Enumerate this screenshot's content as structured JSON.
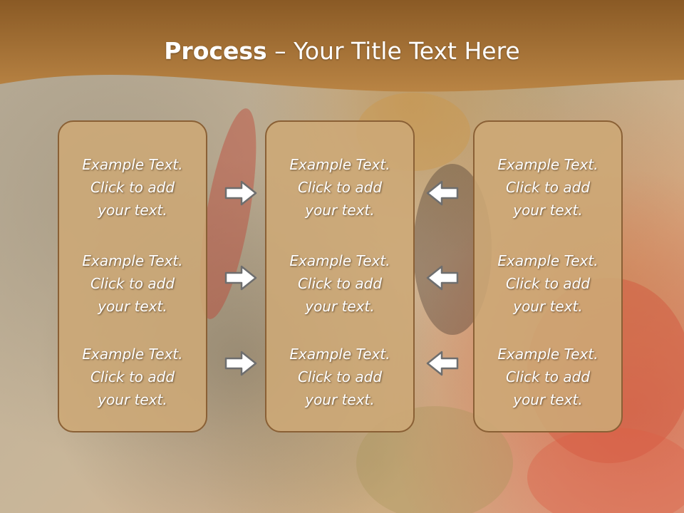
{
  "slide": {
    "title_bold": "Process",
    "title_rest": " – Your Title Text Here"
  },
  "columns": [
    {
      "items": [
        [
          "Example Text.",
          "Click  to add",
          "your text."
        ],
        [
          "Example Text.",
          "Click  to add",
          "your text."
        ],
        [
          "Example Text.",
          "Click  to add",
          "your text."
        ]
      ]
    },
    {
      "items": [
        [
          "Example Text.",
          "Click  to add",
          "your text."
        ],
        [
          "Example Text.",
          "Click  to add",
          "your text."
        ],
        [
          "Example Text.",
          "Click  to add",
          "your text."
        ]
      ]
    },
    {
      "items": [
        [
          "Example Text.",
          "Click  to add",
          "your text."
        ],
        [
          "Example Text.",
          "Click  to add",
          "your text."
        ],
        [
          "Example Text.",
          "Click  to add",
          "your text."
        ]
      ]
    }
  ],
  "arrows": {
    "left_group": "right-arrow-icon",
    "right_group": "left-arrow-icon"
  },
  "colors": {
    "header": "#a8742f",
    "panel": "#cda876",
    "panel_border": "#8a6035",
    "text": "#ffffff"
  }
}
